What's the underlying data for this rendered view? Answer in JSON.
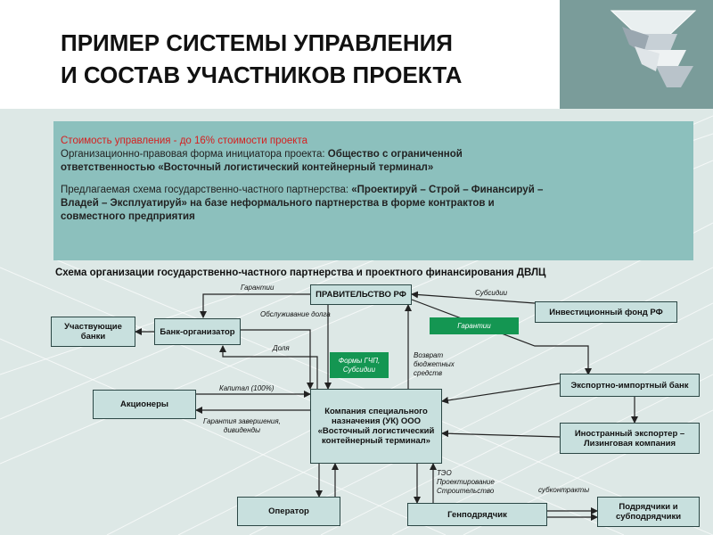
{
  "title": {
    "line1": "ПРИМЕР СИСТЕМЫ УПРАВЛЕНИЯ",
    "line2": "И СОСТАВ УЧАСТНИКОВ  ПРОЕКТА"
  },
  "info": {
    "cost": "Стоимость управления - до 16% стоимости проекта",
    "org_form_label": "Организационно-правовая форма инициатора проекта: ",
    "org_form_value": "Общество с ограниченной ответственностью «Восточный логистический контейнерный терминал»",
    "scheme_label": "Предлагаемая схема государственно-частного партнерства: ",
    "scheme_value": "«Проектируй – Строй – Финансируй – Владей – Эксплуатируй» на базе неформального партнерства в форме контрактов и совместного предприятия"
  },
  "scheme_title": "Схема организации государственно-частного партнерства и проектного финансирования ДВЛЦ",
  "nodes": {
    "government": "ПРАВИТЕЛЬСТВО РФ",
    "investment_fund": "Инвестиционный фонд РФ",
    "participating_banks": "Участвующие банки",
    "bank_organizer": "Банк-организатор",
    "export_import_bank": "Экспортно-импортный банк",
    "shareholders": "Акционеры",
    "project_company": "Компания специального назначения (УК) ООО «Восточный логистический контейнерный терминал»",
    "foreign_exporter": "Иностранный экспортер – Лизинговая компания",
    "operator": "Оператор",
    "general_contractor": "Генподрядчик",
    "contractors": "Подрядчики и субподрядчики"
  },
  "tags": {
    "guarantees": "Гарантии",
    "ppp_forms": "Формы ГЧП, Субсидии"
  },
  "labels": {
    "guarantees": "Гарантии",
    "subsidies": "Субсидии",
    "debt_service": "Обслуживание долга",
    "share": "Доля",
    "return_budget": "Возврат\nбюджетных\nсредств",
    "capital": "Капитал (100%)",
    "completion_guarantee": "Гарантия завершения,\nдивиденды",
    "teo": "ТЭО\nПроектирование\nСтроительство",
    "subcontracts": "субконтракты"
  },
  "colors": {
    "info_panel": "#8cc0bd",
    "node_fill": "#c8e0de",
    "tag_green": "#149652",
    "accent_red": "#d42020"
  }
}
